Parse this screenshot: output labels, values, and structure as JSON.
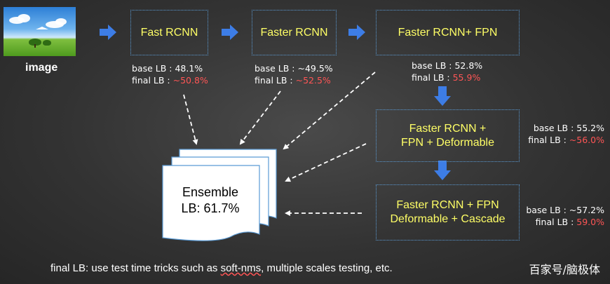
{
  "input": {
    "label": "image"
  },
  "stages": [
    {
      "name": "Fast RCNN",
      "base": "base LB : 48.1%",
      "final_prefix": "final LB : ",
      "final_value": "~50.8%"
    },
    {
      "name": "Faster RCNN",
      "base": "base LB : ~49.5%",
      "final_prefix": "final LB : ",
      "final_value": "~52.5%"
    },
    {
      "name": "Faster RCNN+ FPN",
      "base": "base LB : 52.8%",
      "final_prefix": "final LB : ",
      "final_value": "55.9%"
    },
    {
      "name_line1": "Faster RCNN +",
      "name_line2": "FPN + Deformable",
      "base": "base LB : 55.2%",
      "final_prefix": "final LB : ",
      "final_value": "~56.0%"
    },
    {
      "name_line1": "Faster RCNN + FPN",
      "name_line2": "Deformable + Cascade",
      "base": "base LB : ~57.2%",
      "final_prefix": "final LB : ",
      "final_value": "59.0%"
    }
  ],
  "ensemble": {
    "line1": "Ensemble",
    "line2": "LB: 61.7%"
  },
  "footer": {
    "note_prefix": "final LB: use test time tricks such as ",
    "note_underlined": "soft-nms",
    "note_suffix": ", multiple scales testing, etc."
  },
  "watermark": "百家号/脑极体",
  "colors": {
    "box_border": "#5b9bd5",
    "box_text": "#ffff66",
    "final_value": "#ff5555",
    "arrow": "#3d7de6"
  }
}
